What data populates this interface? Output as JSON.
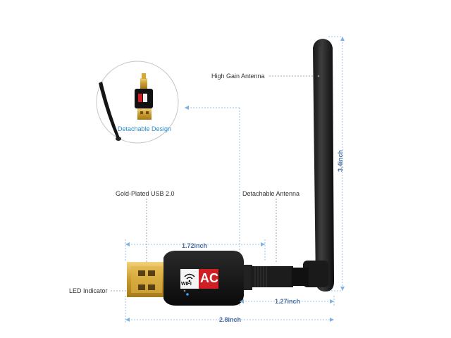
{
  "labels": {
    "high_gain_antenna": "High Gain Antenna",
    "detachable_design": "Detachable Design",
    "gold_plated_usb": "Gold-Plated USB 2.0",
    "detachable_antenna": "Detachable Antenna",
    "led_indicator": "LED Indicator"
  },
  "dimensions": {
    "width_body": "1.72inch",
    "height_antenna": "3.4inch",
    "antenna_base": "1.27inch",
    "total_length": "2.8inch"
  },
  "badge": {
    "wifi": "WIFI",
    "ac": "AC"
  },
  "colors": {
    "dimension_line": "#7fb2e0",
    "circle_text": "#2f8ccf",
    "ac_badge": "#cf1f25",
    "gold": "#d8a632"
  }
}
